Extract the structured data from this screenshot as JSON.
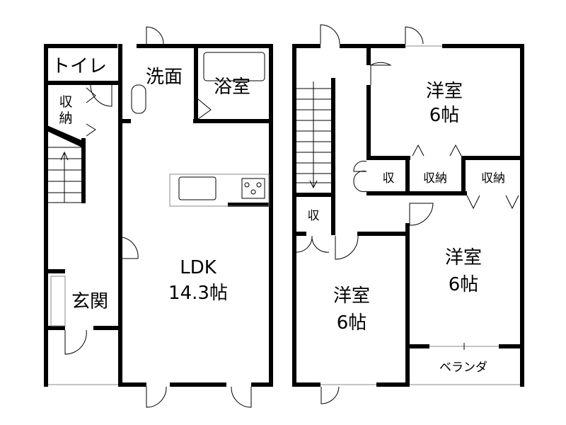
{
  "floor1": {
    "toilet": "トイレ",
    "washroom": "洗面",
    "bathroom": "浴室",
    "storage_1": "収",
    "storage_2": "納",
    "entrance": "玄関",
    "ldk_name": "LDK",
    "ldk_size": "14.3帖"
  },
  "floor2": {
    "room_top_name": "洋室",
    "room_top_size": "6帖",
    "storage_small": "収",
    "storage_mid": "収納",
    "storage_right": "収納",
    "storage_left": "収",
    "room_right_name": "洋室",
    "room_right_size": "6帖",
    "room_bottom_name": "洋室",
    "room_bottom_size": "6帖",
    "veranda": "ベランダ"
  }
}
